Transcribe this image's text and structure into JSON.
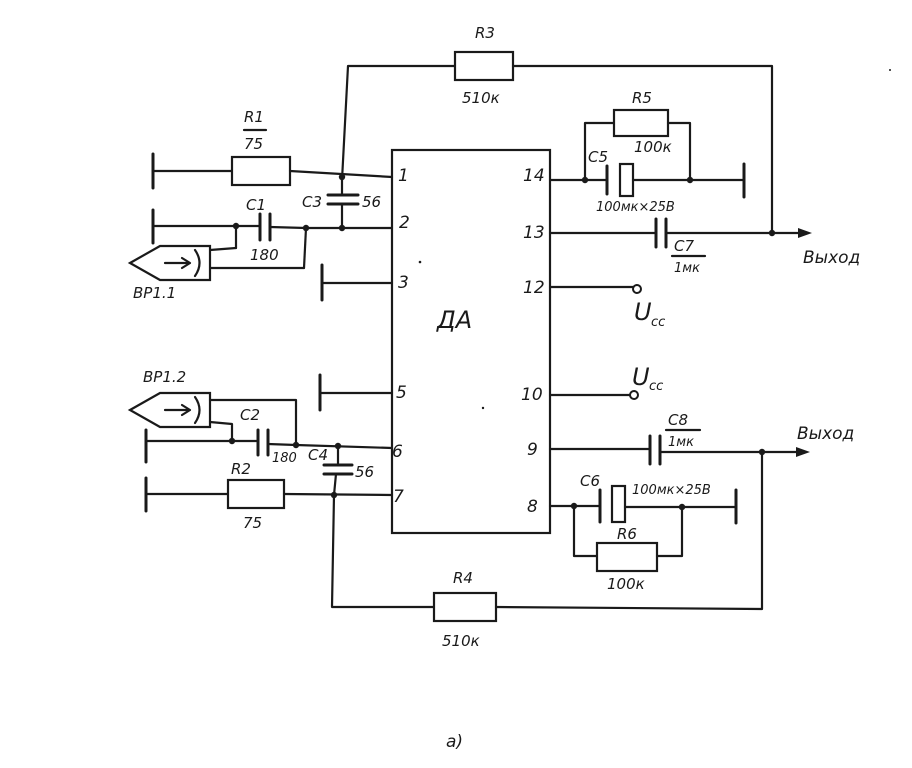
{
  "ic": {
    "label": "ДА"
  },
  "pins": {
    "p1": "1",
    "p2": "2",
    "p3": "3",
    "p5": "5",
    "p6": "6",
    "p7": "7",
    "p14": "14",
    "p13": "13",
    "p12": "12",
    "p10": "10",
    "p9": "9",
    "p8": "8"
  },
  "components": {
    "r1": {
      "name": "R1",
      "value": "75"
    },
    "r2": {
      "name": "R2",
      "value": "75"
    },
    "r3": {
      "name": "R3",
      "value": "510к"
    },
    "r4": {
      "name": "R4",
      "value": "510к"
    },
    "r5": {
      "name": "R5",
      "value": "100к"
    },
    "r6": {
      "name": "R6",
      "value": "100к"
    },
    "c1": {
      "name": "C1",
      "value": "180"
    },
    "c2": {
      "name": "C2",
      "value": "180"
    },
    "c3": {
      "name": "C3",
      "value": "56"
    },
    "c4": {
      "name": "C4",
      "value": "56"
    },
    "c5": {
      "name": "C5",
      "value": "100мк×25В"
    },
    "c6": {
      "name": "C6",
      "value": "100мк×25В"
    },
    "c7": {
      "name": "C7",
      "value": "1мк"
    },
    "c8": {
      "name": "C8",
      "value": "1мк"
    }
  },
  "inputs": {
    "bp11": "BP1.1",
    "bp12": "BP1.2"
  },
  "supply": {
    "ucc_main": "U",
    "ucc_sub": "cc"
  },
  "outputs": {
    "out1": "Выход",
    "out2": "Выход"
  },
  "caption": "а)"
}
